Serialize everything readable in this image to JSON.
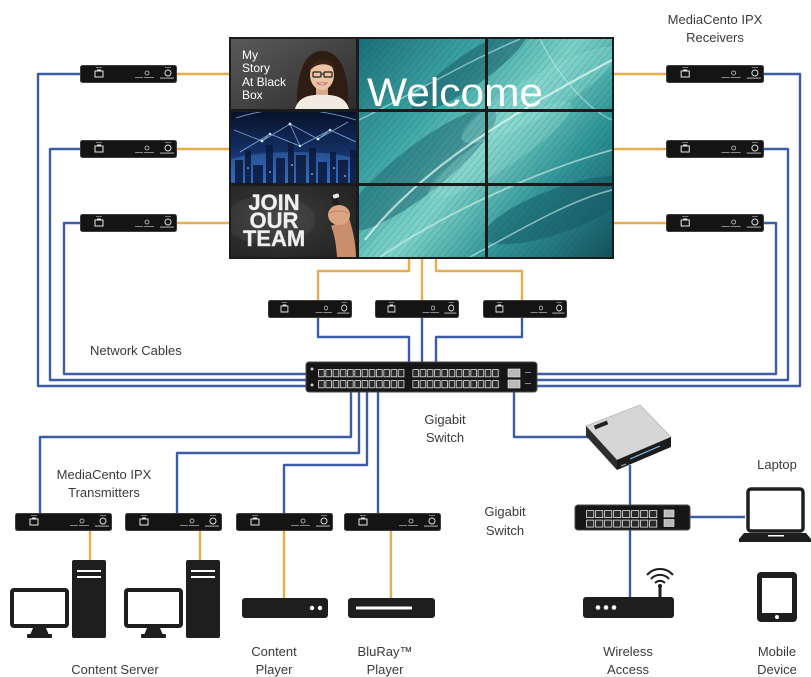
{
  "diagram": {
    "receivers_label": [
      "MediaCento IPX",
      "Receivers"
    ],
    "network_cables_label": "Network Cables",
    "main_switch_label": [
      "Gigabit",
      "Switch"
    ],
    "transmitters_label": [
      "MediaCento IPX",
      "Transmitters"
    ],
    "second_switch_label": [
      "Gigabit",
      "Switch"
    ],
    "laptop_label": "Laptop",
    "content_server_label": "Content Server",
    "content_player_label": [
      "Content",
      "Player"
    ],
    "bluray_player_label": [
      "BluRay™",
      "Player"
    ],
    "wireless_access_label": [
      "Wireless",
      "Access"
    ],
    "mobile_device_label": [
      "Mobile",
      "Device"
    ]
  },
  "video_wall": {
    "story_lines": [
      "My",
      "Story",
      "At Black",
      "Box"
    ],
    "welcome": "Welcome",
    "join_lines": [
      "JOIN",
      "OUR",
      "TEAM"
    ]
  },
  "colors": {
    "video_cable": "#e6ae4c",
    "network_cable": "#3c5ca6",
    "device": "#1b1b1b"
  }
}
